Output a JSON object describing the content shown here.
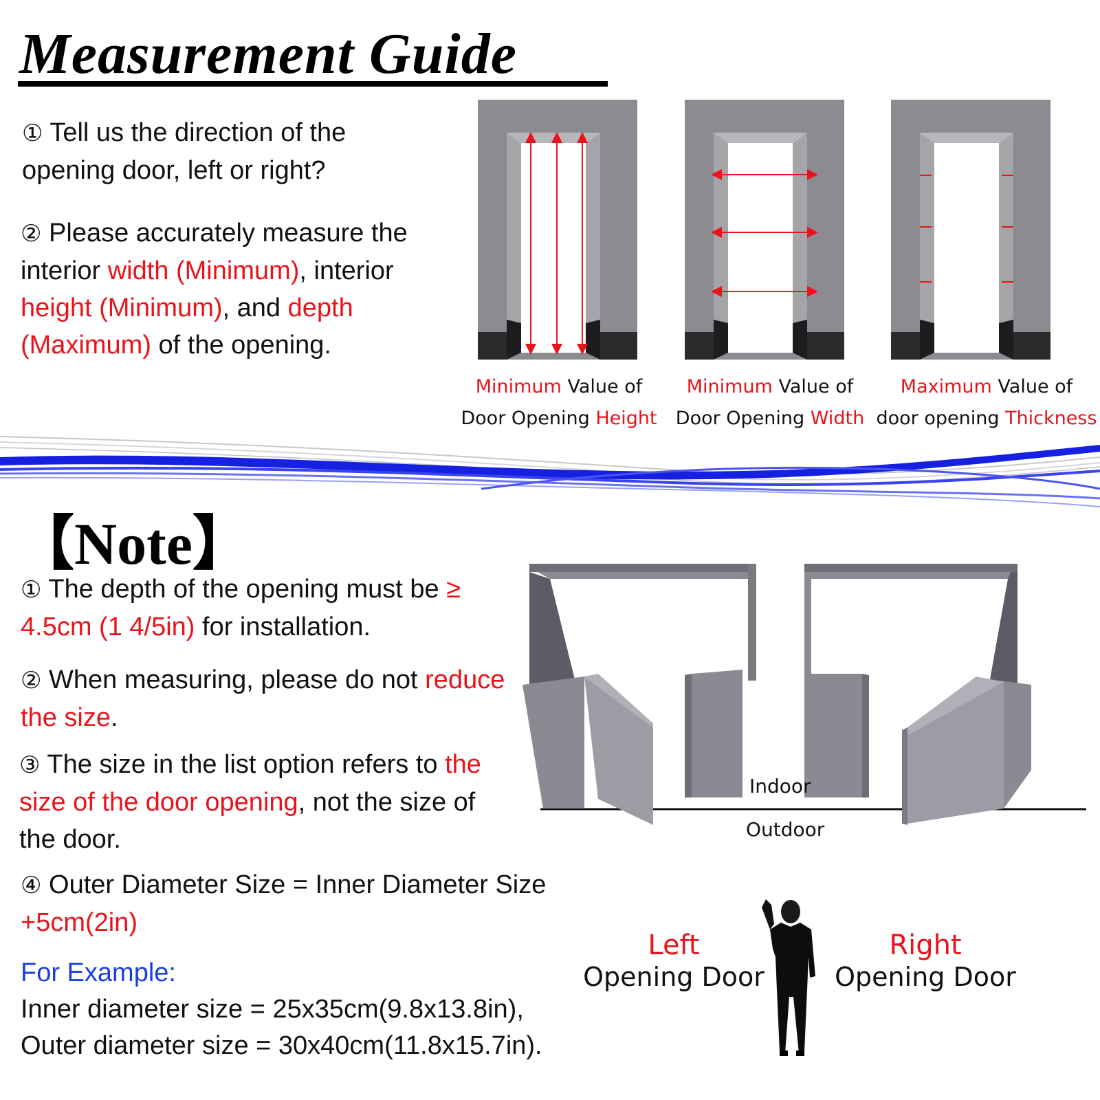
{
  "header": {
    "title": "Measurement Guide"
  },
  "guide": {
    "step1": {
      "num": "①",
      "text": "Tell us the direction of the opening door, left or right?"
    },
    "step2": {
      "num": "②",
      "t1": "Please accurately measure the interior ",
      "r1": "width (Minimum)",
      "t2": ", interior ",
      "r2": "height (Minimum)",
      "t3": ", and ",
      "r3": "depth (Maximum)",
      "t4": " of the opening."
    }
  },
  "diagrams": [
    {
      "r1": "Minimum",
      "t1": " Value of",
      "t2": "Door Opening ",
      "r2": "Height"
    },
    {
      "r1": "Minimum",
      "t1": " Value of",
      "t2": "Door Opening ",
      "r2": "Width"
    },
    {
      "r1": "Maximum",
      "t1": " Value of",
      "t2": "door opening ",
      "r2": "Thickness"
    }
  ],
  "note": {
    "title": "【Note】",
    "n1": {
      "num": "①",
      "t1": "The depth of the opening must be ",
      "r1": "≥ 4.5cm (1 4/5in)",
      "t2": " for installation."
    },
    "n2": {
      "num": "②",
      "t1": "When measuring, please do not ",
      "r1": "reduce the size",
      "t2": "."
    },
    "n3": {
      "num": "③",
      "t1": "The size in the list option refers to ",
      "r1": "the size of the door opening",
      "t2": ", not the size of the door."
    },
    "n4": {
      "num": "④",
      "t1": "Outer Diameter Size = Inner Diameter Size ",
      "r1": "+5cm(2in)"
    },
    "example_label": "For Example:",
    "example_line1": "Inner diameter size = 25x35cm(9.8x13.8in),",
    "example_line2": "Outer diameter size = 30x40cm(11.8x15.7in)."
  },
  "doors": {
    "indoor": "Indoor",
    "outdoor": "Outdoor",
    "left_head": "Left",
    "left_sub": "Opening Door",
    "right_head": "Right",
    "right_sub": "Opening Door"
  },
  "colors": {
    "accent_red": "#e8141b",
    "accent_blue": "#1a3fe0",
    "frame_gray": "#8a8a8e",
    "wave_blue": "#1520e0"
  }
}
